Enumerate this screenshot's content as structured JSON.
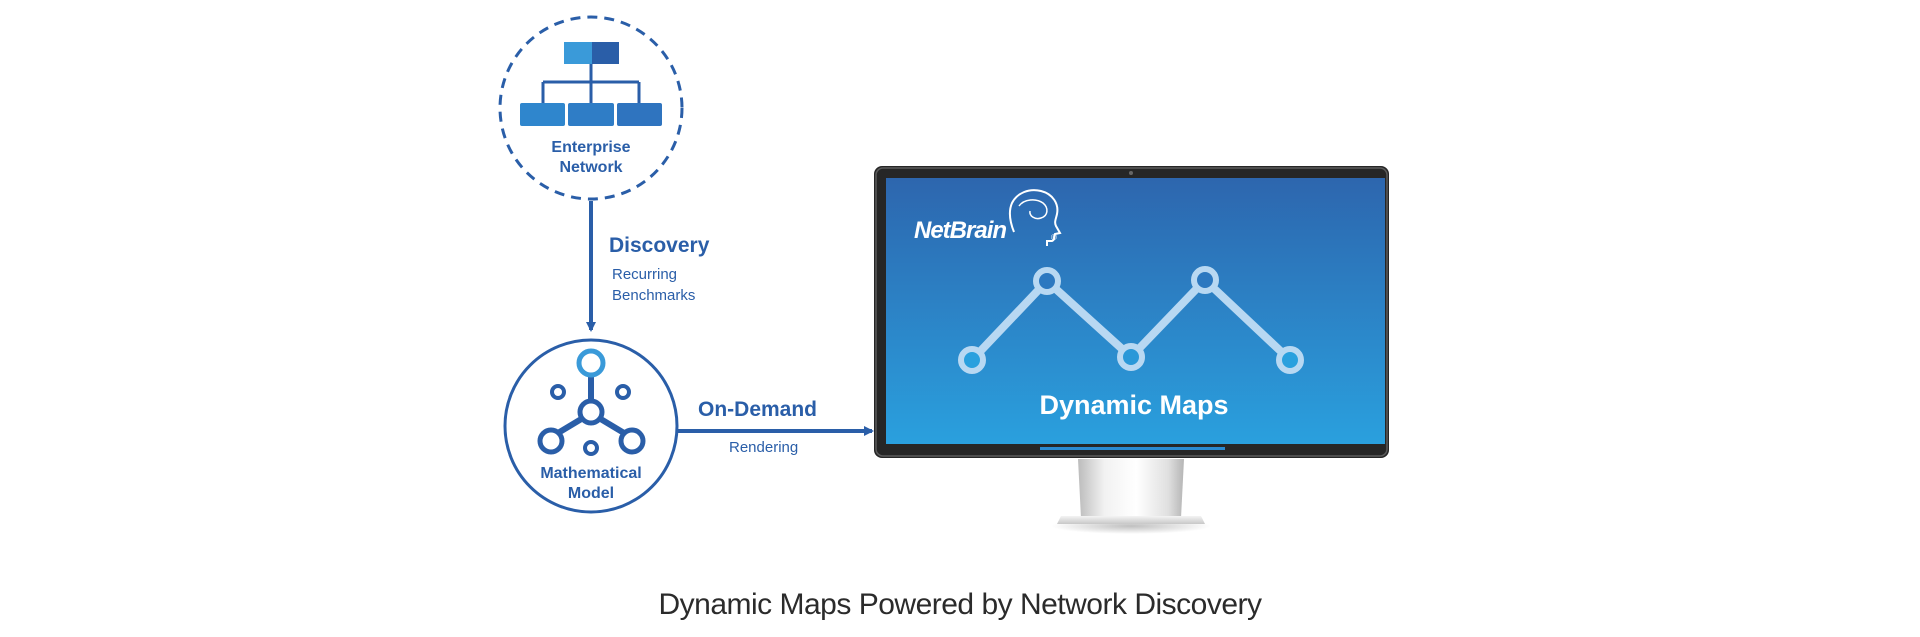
{
  "nodes": {
    "enterprise_network": {
      "line1": "Enterprise",
      "line2": "Network"
    },
    "mathematical_model": {
      "line1": "Mathematical",
      "line2": "Model"
    },
    "monitor": {
      "brand": "NetBrain",
      "title": "Dynamic Maps"
    }
  },
  "edges": {
    "discovery": {
      "label": "Discovery",
      "sub1": "Recurring",
      "sub2": "Benchmarks"
    },
    "on_demand": {
      "label": "On-Demand",
      "sub": "Rendering"
    }
  },
  "caption": "Dynamic Maps Powered by Network Discovery",
  "colors": {
    "primary": "#2a5ea8",
    "accent": "#3a9ad9",
    "screen_top": "#2d6bb1",
    "screen_bottom": "#2a9fdc"
  },
  "icons": {
    "enterprise": "org-chart-icon",
    "model": "node-graph-icon",
    "brand": "brain-head-icon",
    "screen_graph": "zigzag-line-icon"
  }
}
